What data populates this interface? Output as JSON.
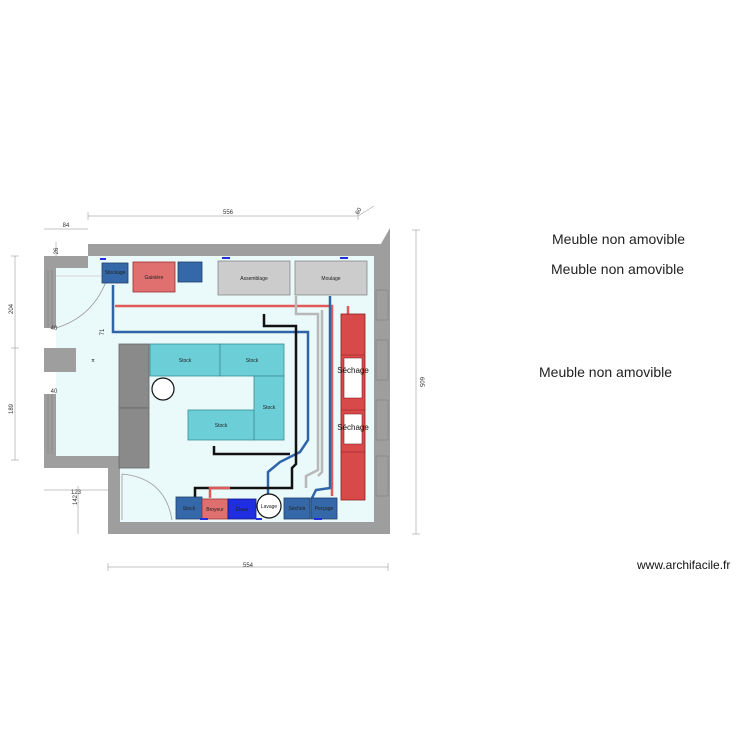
{
  "notes": [
    "Meuble non amovible",
    "Meuble non amovible",
    "Meuble non amovible"
  ],
  "watermark": "www.archifacile.fr",
  "dimensions": {
    "top_width": "556",
    "bottom_width": "554",
    "top_left_offset": "84",
    "top_right_offset": "60",
    "left_upper": "204",
    "left_lower": "189",
    "right_height": "605",
    "door_gap_a": "40",
    "door_gap_b": "40",
    "bottom_left_a": "123",
    "bottom_left_b": "142",
    "small_a": "26",
    "small_b": "71"
  },
  "rooms": {
    "stockage": "Stockage",
    "gainiere": "Gainière",
    "assemblage": "Assemblage",
    "moulage": "Moulage",
    "stock_1": "Stock",
    "stock_2": "Stock",
    "stock_3": "Stock",
    "stock_4": "Stock",
    "sechage_1": "Séchage",
    "sechage_2": "Séchage",
    "stock_bottom": "Stock",
    "broyeur": "Broyeur",
    "etuve": "Étuve",
    "lavage": "Lavage",
    "sechoir": "Séchoir",
    "percage": "Perçage",
    "wc": "π"
  },
  "colors": {
    "wall": "#9e9e9e",
    "floor": "#eaf9f9",
    "cyan_block": "#6ccfd8",
    "red_block": "#d84a4a",
    "pink_block": "#e07070",
    "blue_block": "#3568a8",
    "grey_block": "#cccccc",
    "dark_grey": "#8a8a8a",
    "pipe_red": "#e05a5a",
    "pipe_blue": "#2f65a8",
    "pipe_grey": "#b8b8b8",
    "pipe_black": "#111111"
  }
}
